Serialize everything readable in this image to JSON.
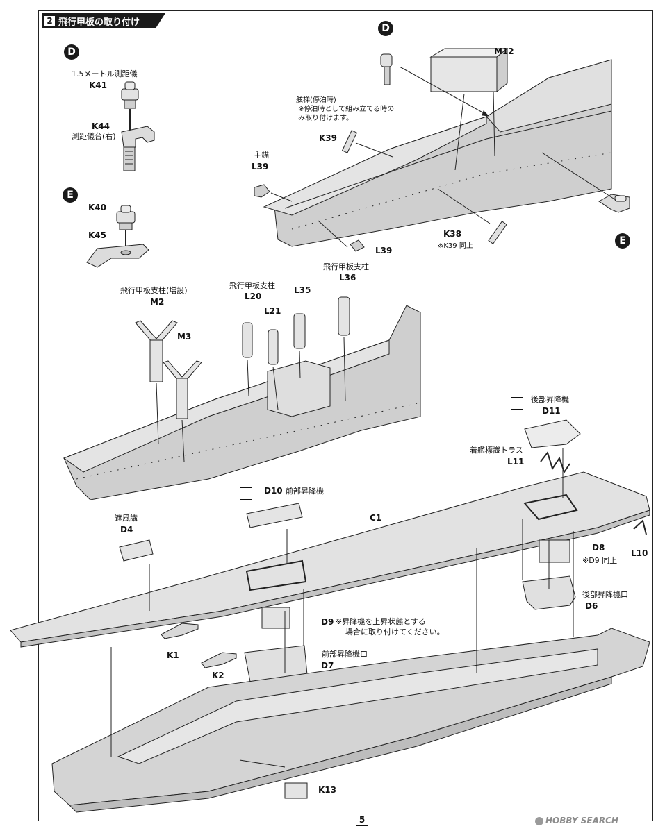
{
  "step": {
    "number": "2",
    "title": "飛行甲板の取り付け"
  },
  "page_number": "5",
  "watermark": "HOBBY SEARCH",
  "detail_d": {
    "bubble": "D",
    "rangefinder_name": "1.5メートル測距儀",
    "k41": "K41",
    "k44": "K44",
    "rangefinder_base": "測距儀台(右)"
  },
  "detail_e": {
    "bubble": "E",
    "k40": "K40",
    "k45": "K45"
  },
  "bow_top": {
    "bubble_d": "D",
    "bubble_e": "E",
    "m12": "M12",
    "ladder_name": "舷梯(停泊時)",
    "ladder_note": "※停泊時として組み立てる時のみ取り付けます。",
    "k39": "K39",
    "anchor_name": "主錨",
    "l39_top": "L39",
    "l39_bottom": "L39",
    "k38": "K38",
    "k38_note": "※K39 同上"
  },
  "struts": {
    "m2_name": "飛行甲板支柱(増設)",
    "m2": "M2",
    "m3": "M3",
    "l20_name": "飛行甲板支柱",
    "l20": "L20",
    "l21": "L21",
    "l35": "L35",
    "l36_name": "飛行甲板支柱",
    "l36": "L36"
  },
  "deck": {
    "rear_elevator_name": "後部昇降機",
    "d11": "D11",
    "truss_name": "着艦標識トラス",
    "l11": "L11",
    "d10": "D10",
    "front_elevator_name": "前部昇降機",
    "windscreen_name": "遮風講",
    "d4": "D4",
    "c1": "C1",
    "d8": "D8",
    "d8_note": "※D9 同上",
    "l10": "L10",
    "rear_well_name": "後部昇降機口",
    "d6": "D6",
    "d9": "D9",
    "d9_note_1": "※昇降機を上昇状態とする",
    "d9_note_2": "場合に取り付けてください。",
    "front_well_name": "前部昇降機口",
    "d7": "D7",
    "k1": "K1",
    "k2": "K2",
    "k13": "K13"
  }
}
